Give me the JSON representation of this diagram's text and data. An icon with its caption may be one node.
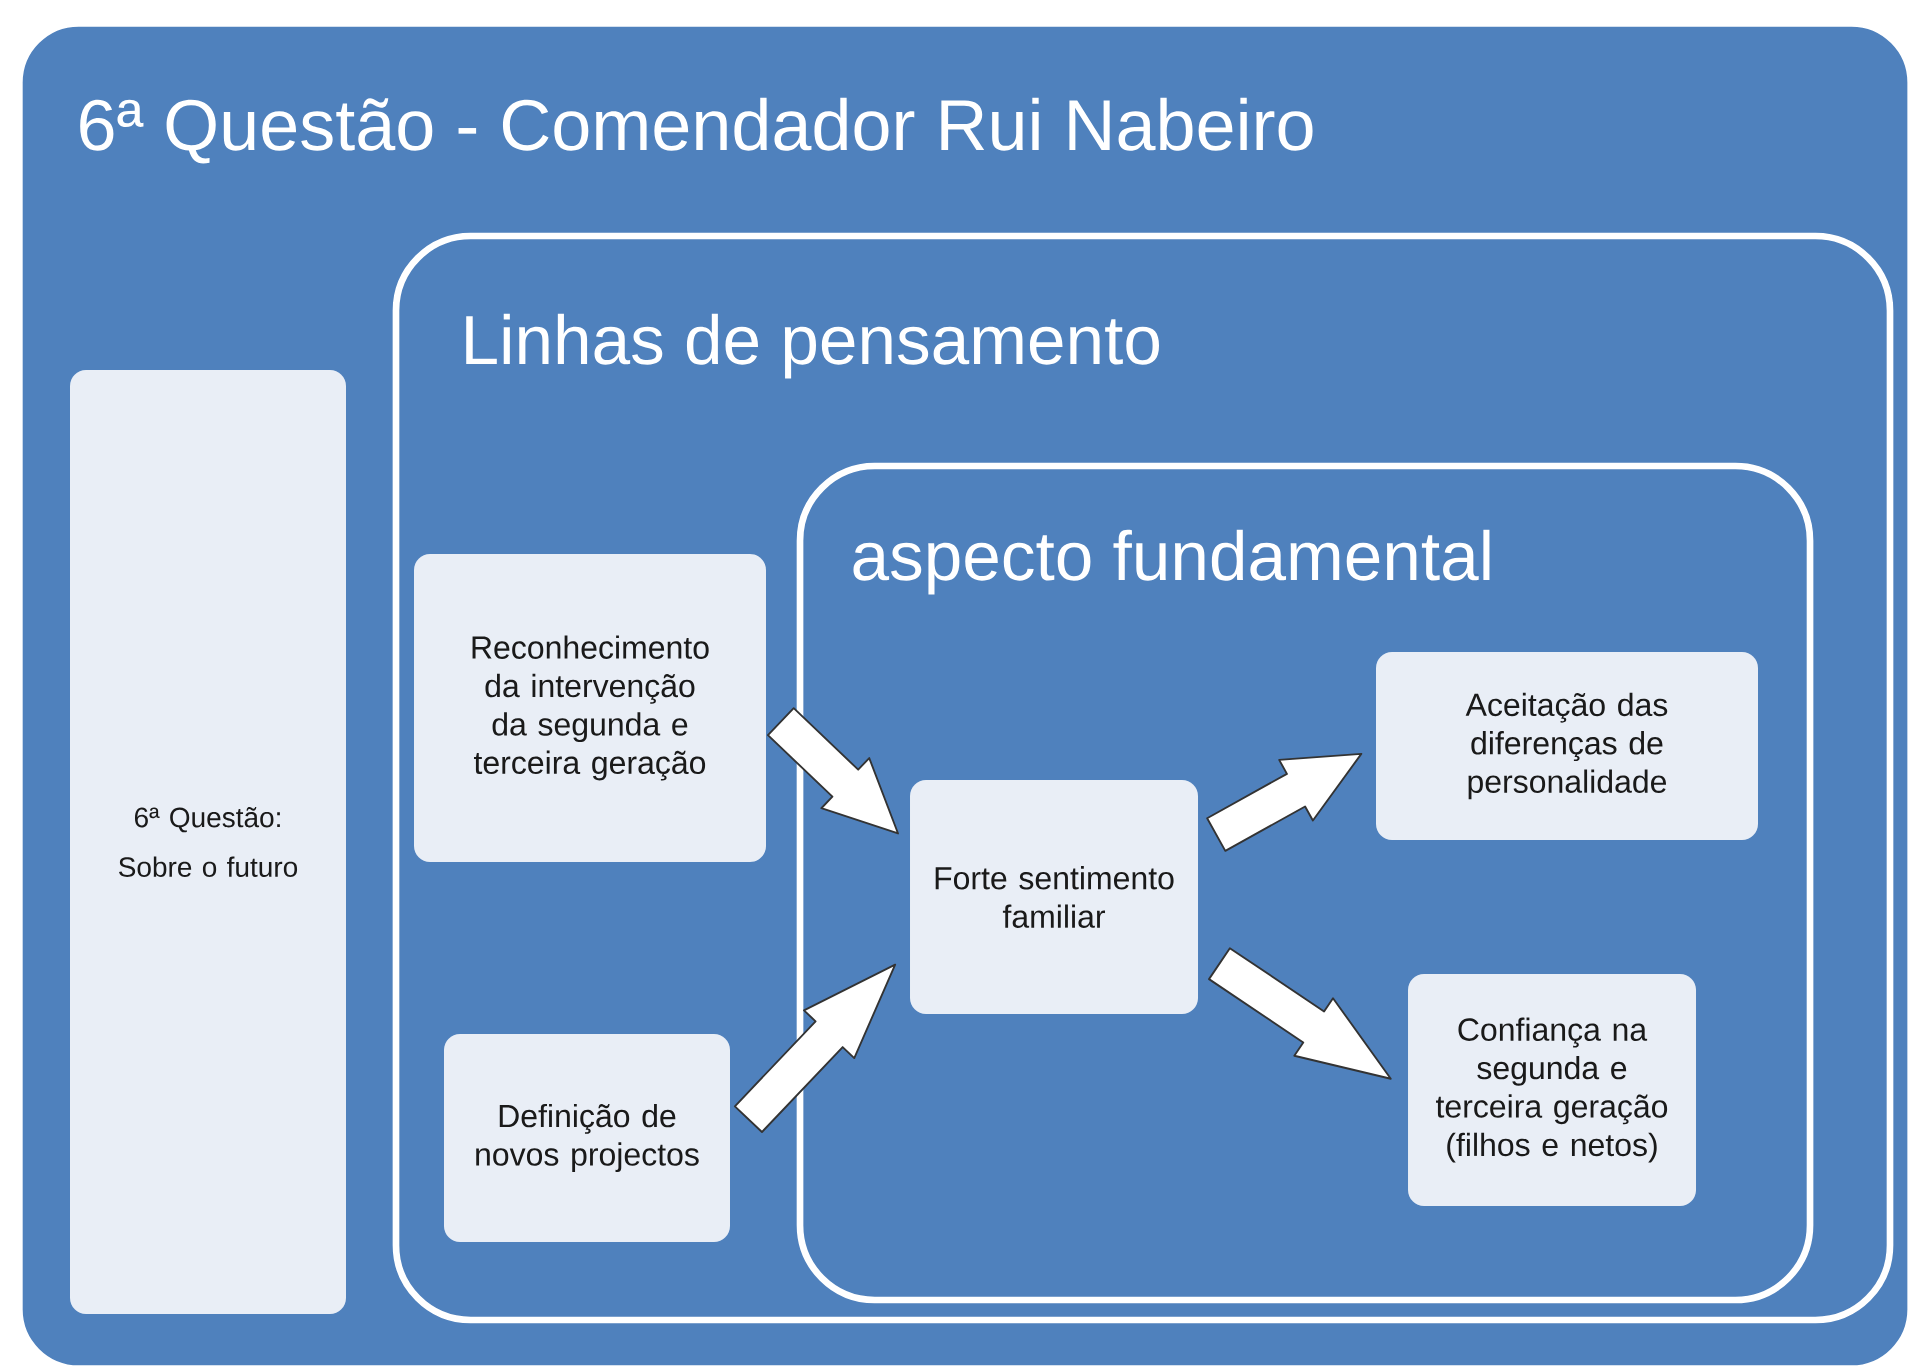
{
  "diagram": {
    "nodes": [
      {
        "text": [
          "6ª Questão - Comendador Rui Nabeiro"
        ]
      },
      {
        "text": [
          "6ª Questão:",
          "Sobre o futuro"
        ],
        "in": 0
      },
      {
        "text": [
          "Linhas de pensamento"
        ],
        "in": 0
      },
      {
        "text": [
          "aspecto fundamental"
        ],
        "in": 2
      },
      {
        "text": [
          "Reconhecimento da intervenção da segunda e terceira geração"
        ],
        "in": 2
      },
      {
        "text": [
          "Definição de novos projectos"
        ],
        "in": 2
      },
      {
        "text": [
          "Forte sentimento familiar"
        ],
        "in": 3
      },
      {
        "text": [
          "Aceitação das diferenças de personalidade"
        ],
        "in": 3
      },
      {
        "text": [
          "Confiança na segunda e terceira geração (filhos e netos)"
        ],
        "in": 3
      }
    ],
    "edges": [
      {
        "from": 4,
        "to": 6,
        "arrow": "to"
      },
      {
        "from": 5,
        "to": 6,
        "arrow": "to"
      },
      {
        "from": 6,
        "to": 7,
        "arrow": "to"
      },
      {
        "from": 6,
        "to": 8,
        "arrow": "to"
      }
    ]
  }
}
